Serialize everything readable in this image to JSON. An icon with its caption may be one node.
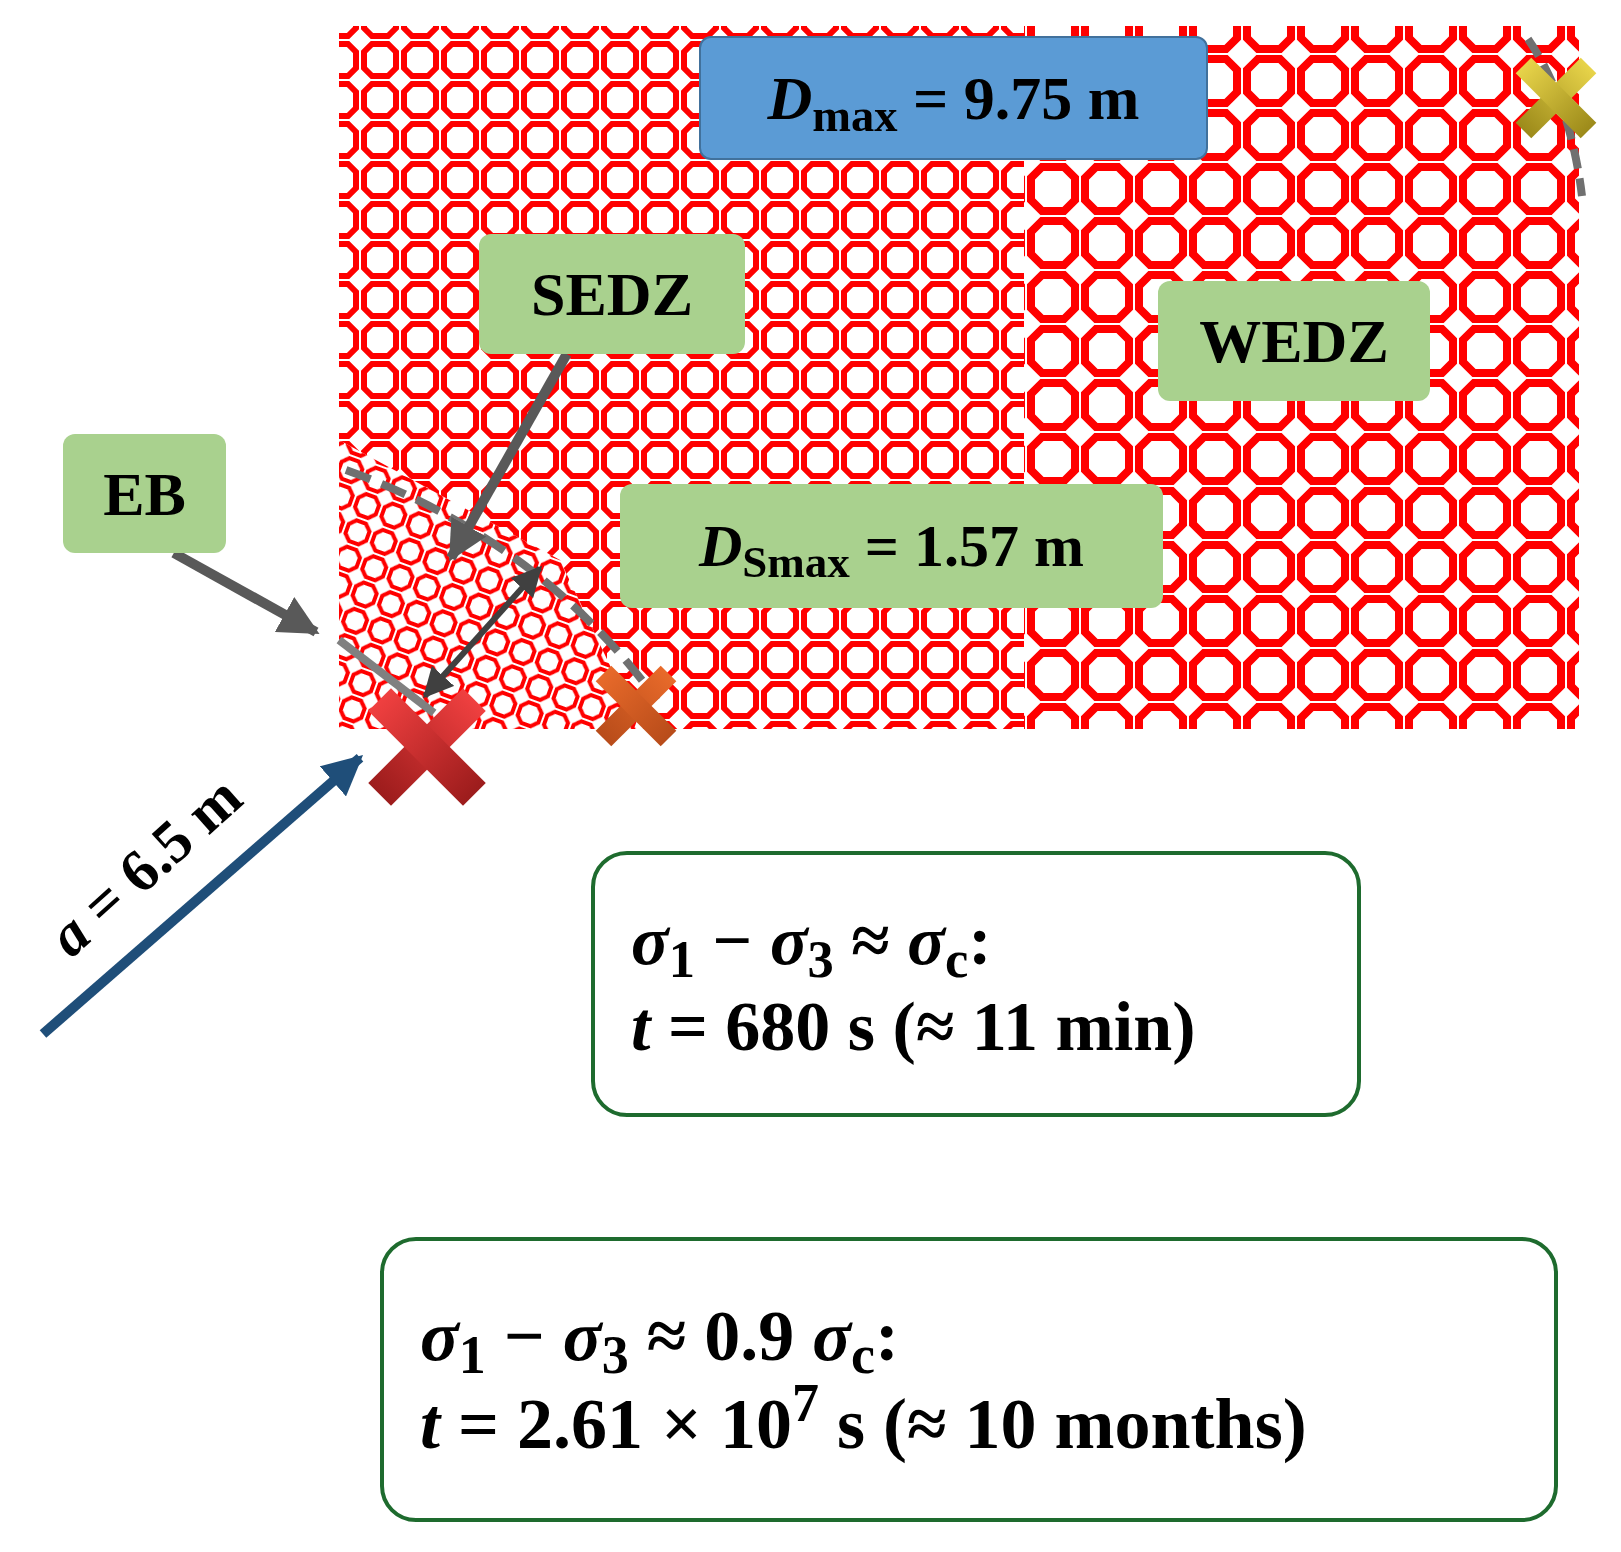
{
  "diagram": {
    "nodes": [
      {
        "text": [
          "*D*$_{max}$ = 9.75 m"
        ]
      },
      {
        "text": [
          "SEDZ"
        ]
      },
      {
        "text": [
          "WEDZ"
        ]
      },
      {
        "text": [
          "EB"
        ]
      },
      {
        "text": [
          "*D*$_{Smax}$ = 1.57 m"
        ]
      },
      {
        "text": [
          "*σ*$_{1}$ − *σ*$_{3}$ ≈ *σ*$_{c}$:",
          "*t* = 680 s (≈ 11 min)"
        ]
      },
      {
        "text": [
          "*σ*$_{1}$ − *σ*$_{3}$ ≈ 0.9 *σ*$_{c}$:",
          "*t* = 2.61 × 10$^{7}$ s (≈ 10 months)"
        ]
      },
      {
        "text": [],
        "shape": "cross"
      }
    ],
    "edges": [
      {
        "from": 3,
        "to": null,
        "arrow": "to"
      },
      {
        "from": 1,
        "to": null,
        "arrow": "to"
      },
      {
        "from": null,
        "to": 7,
        "arrow": "to",
        "label": "*a* = 6.5 m",
        "color": "#1f4e79"
      }
    ]
  }
}
